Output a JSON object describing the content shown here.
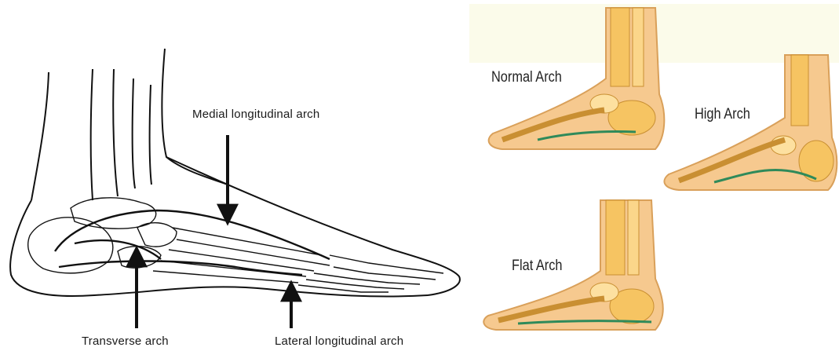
{
  "left_diagram": {
    "labels": {
      "medial": "Medial longitudinal arch",
      "transverse": "Transverse arch",
      "lateral": "Lateral longitudinal arch"
    }
  },
  "right_panels": {
    "normal": "Normal Arch",
    "high": "High Arch",
    "flat": "Flat Arch"
  },
  "colors": {
    "bone_fill": "#f6c462",
    "bone_light": "#fde0a0",
    "skin": "#f3c58b",
    "skin_edge": "#d9a05a",
    "arch_line": "#2f8a5a",
    "line": "#111111"
  }
}
